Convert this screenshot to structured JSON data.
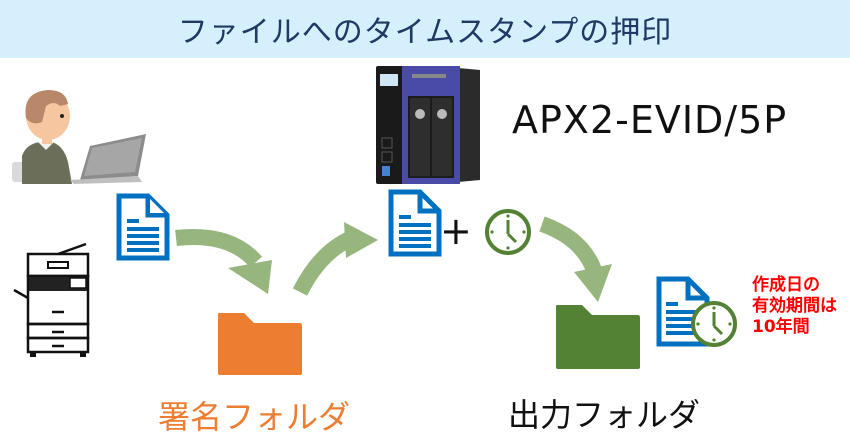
{
  "title": "ファイルへのタイムスタンプの押印",
  "device": {
    "model_name": "APX2-EVID/5P",
    "icon": "nas-server-icon"
  },
  "sources": [
    {
      "icon": "user-with-laptop-icon"
    },
    {
      "icon": "multifunction-printer-icon"
    }
  ],
  "flow": {
    "input_document_icon": "document-icon",
    "plus_symbol": "+",
    "timestamp_icon": "clock-icon",
    "result_icon": "timestamped-document-icon"
  },
  "folders": {
    "signature": {
      "label": "署名フォルダ",
      "color": "#ed7d31"
    },
    "output": {
      "label": "出力フォルダ",
      "color": "#548235"
    }
  },
  "note": {
    "lines": [
      "作成日の",
      "有効期間は",
      "10年間"
    ],
    "color": "#ff0000"
  },
  "colors": {
    "banner_bg": "#d5effc",
    "title_text": "#1f3864",
    "arrow": "#97b67e",
    "document_blue": "#0070c0",
    "clock_green": "#548235"
  }
}
